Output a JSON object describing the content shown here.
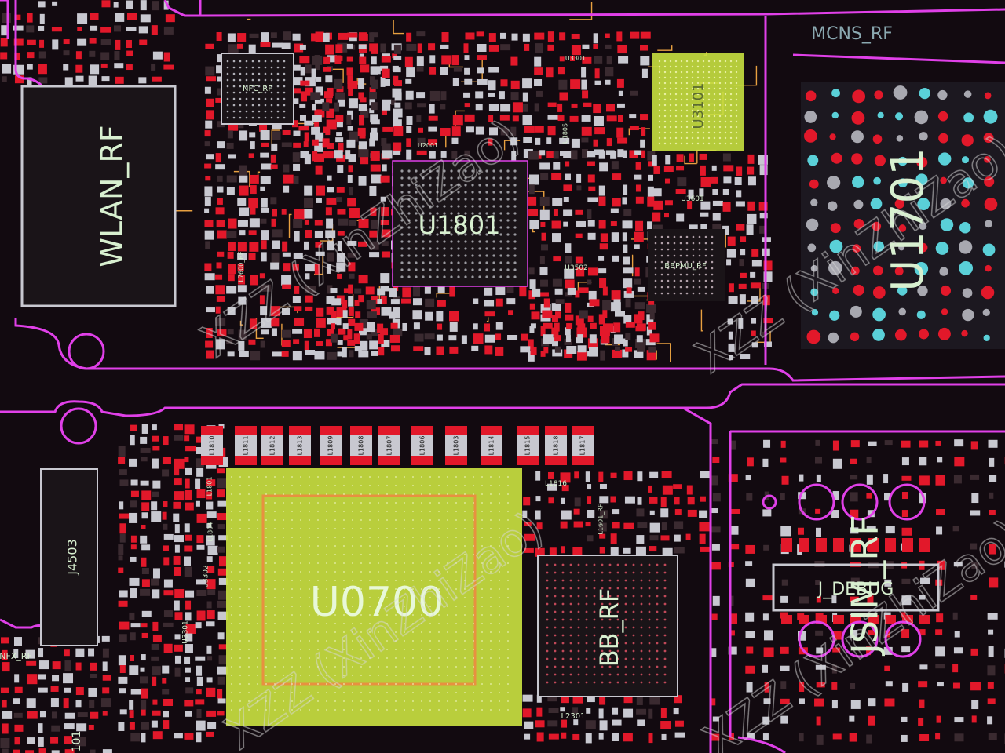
{
  "colors": {
    "background": "#120a10",
    "outline": "#e040e8",
    "pad_red": "#e2182a",
    "pad_grey": "#c8c8d0",
    "pad_dark": "#3a2a30",
    "trace": "#e8a040",
    "highlight": "#c8e040",
    "via": "#5ad0d8",
    "label": "#d8f0d0"
  },
  "components": {
    "wlan": "WLAN_RF",
    "nfc": "NFC_RF",
    "u1801": "U1801",
    "u3101": "U3101",
    "u3301_top": "U3301",
    "u2001": "U2001",
    "u3502": "U3502",
    "u3601": "U3601",
    "u1805": "U1805",
    "l7600": "L7600_RF",
    "bbpmu": "BBPMU_RF",
    "mcns": "MCNS_RF",
    "u1701": "U1701",
    "u0700": "U0700",
    "bb_rf": "BB_RF",
    "j4503": "J4503",
    "nfx": "NFX_RF",
    "u3302": "U3302",
    "u3301": "U3301",
    "l2301": "L2301",
    "l1601": "L1601_RF",
    "l1816": "L1816",
    "j_debug": "J_DEBUG",
    "jsim_rf": "JSIM_RF",
    "l1801": "L1801",
    "l1804": "L1804",
    "bottom_left": "101"
  },
  "inductors": [
    "L1810",
    "L1811",
    "L1812",
    "L1813",
    "L1809",
    "L1808",
    "L1807",
    "L1806",
    "L1803",
    "L1814",
    "L1815",
    "L1818",
    "L1817"
  ],
  "watermark": "XZZ (XinZhiZao)"
}
